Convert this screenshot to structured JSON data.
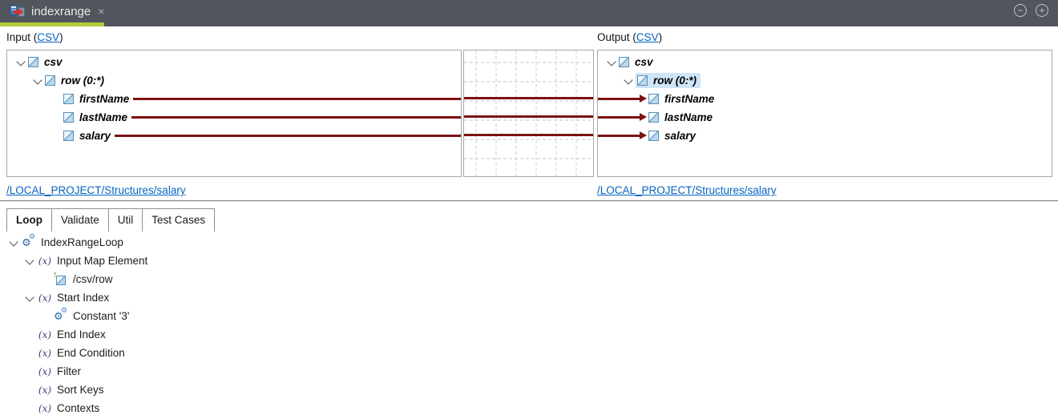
{
  "titlebar": {
    "tab_title": "indexrange",
    "icons": {
      "close": "×",
      "minus": "−",
      "plus": "+"
    },
    "colors": {
      "bar": "#51565c",
      "accent": "#b5cb3b"
    }
  },
  "punct": {
    "open": "(",
    "close": ")"
  },
  "input_panel": {
    "title": "Input",
    "format_link": "CSV",
    "tree": {
      "root": "csv",
      "row": "row (0:*)",
      "fields": [
        "firstName",
        "lastName",
        "salary"
      ]
    },
    "structure_link": "/LOCAL_PROJECT/Structures/salary"
  },
  "output_panel": {
    "title": "Output",
    "format_link": "CSV",
    "tree": {
      "root": "csv",
      "row": "row (0:*)",
      "selected": "row (0:*)",
      "fields": [
        "firstName",
        "lastName",
        "salary"
      ]
    },
    "structure_link": "/LOCAL_PROJECT/Structures/salary"
  },
  "mapping": {
    "line_color": "#7d1212",
    "mapped_fields": [
      "firstName",
      "lastName",
      "salary"
    ]
  },
  "tabs": [
    {
      "label": "Loop",
      "active": true
    },
    {
      "label": "Validate",
      "active": false
    },
    {
      "label": "Util",
      "active": false
    },
    {
      "label": "Test Cases",
      "active": false
    }
  ],
  "loop_tree": [
    {
      "label": "IndexRangeLoop",
      "icon": "gears-icon",
      "depth": 0,
      "expanded": true
    },
    {
      "label": "Input Map Element",
      "icon": "fx-icon",
      "depth": 1,
      "expanded": true
    },
    {
      "label": "/csv/row",
      "icon": "mapped-element-icon",
      "depth": 2,
      "expanded": false
    },
    {
      "label": "Start Index",
      "icon": "fx-icon",
      "depth": 1,
      "expanded": true
    },
    {
      "label": "Constant '3'",
      "icon": "gears-icon",
      "depth": 2,
      "expanded": false
    },
    {
      "label": "End Index",
      "icon": "fx-icon",
      "depth": 1,
      "expanded": false
    },
    {
      "label": "End Condition",
      "icon": "fx-icon",
      "depth": 1,
      "expanded": false
    },
    {
      "label": "Filter",
      "icon": "fx-icon",
      "depth": 1,
      "expanded": false
    },
    {
      "label": "Sort Keys",
      "icon": "fx-icon",
      "depth": 1,
      "expanded": false
    },
    {
      "label": "Contexts",
      "icon": "fx-icon",
      "depth": 1,
      "expanded": false
    }
  ],
  "icon_glyphs": {
    "gear": "⚙",
    "up_arrow": "↑",
    "fx_char": "x"
  }
}
